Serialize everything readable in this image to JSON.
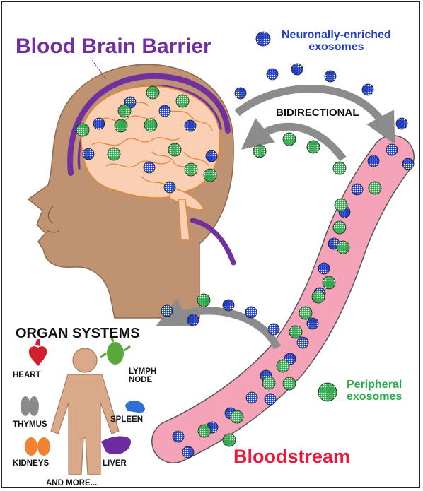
{
  "title": "Blood Brain Barrier",
  "legend": {
    "neuronal": [
      "Neuronally-enriched",
      "exosomes"
    ],
    "peripheral": [
      "Peripheral",
      "exosomes"
    ]
  },
  "arrow_label": "BIDIRECTIONAL",
  "bloodstream_label": "Bloodstream",
  "organ_systems": {
    "heading": "ORGAN SYSTEMS",
    "organs": {
      "heart": "HEART",
      "lymph": [
        "LYMPH",
        "NODE"
      ],
      "thymus": "THYMUS",
      "spleen": "SPLEEN",
      "kidneys": "KIDNEYS",
      "liver": "LIVER"
    },
    "footer": "AND MORE..."
  },
  "colors": {
    "barrier_purple": "#7030a0",
    "neuronal_blue": "#1f3fc8",
    "peripheral_green": "#2eaa4a",
    "bloodstream_red": "#e8193b",
    "vessel_pink": "#f5a3b8",
    "head_skin": "#bf9372",
    "brain_pink": "#fbcfb4",
    "arrow_gray": "#8c8c8c"
  },
  "icons": [
    "neuronal-exosome-icon",
    "peripheral-exosome-icon",
    "head-silhouette",
    "brain-illustration",
    "bloodstream-vessel",
    "human-body-icon",
    "heart-icon",
    "lymph-node-icon",
    "thymus-icon",
    "spleen-icon",
    "kidneys-icon",
    "liver-icon"
  ]
}
